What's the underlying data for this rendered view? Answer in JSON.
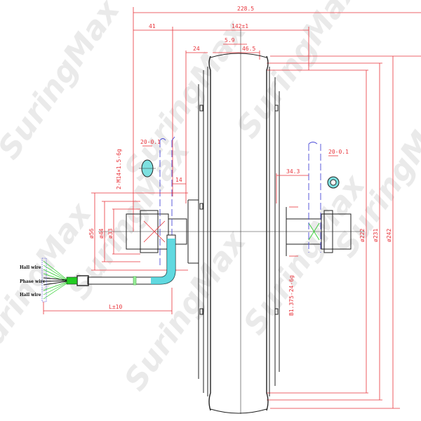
{
  "watermark": "SuringMax",
  "dimensions": {
    "overall_width": "228.5",
    "left_offset": "41",
    "hub_width": "142±1",
    "center_offset": "5.9",
    "half_width": "46.5",
    "flange_offset": "24",
    "left_shaft_step": "14",
    "right_shaft_length": "34.3",
    "flat_width_left": "20-0.1",
    "flat_width_right": "20-0.1",
    "dia_56": "ø56",
    "dia_44": "ø44",
    "dia_33": "ø33",
    "dia_222": "ø222",
    "dia_231": "ø231",
    "dia_242": "ø242",
    "cable_length": "L±10"
  },
  "threads": {
    "left": "2-M14×1.5-6g",
    "right": "B1.375-24-6g"
  },
  "wires": {
    "hall_top": "Hall wire",
    "phase": "Phase wire",
    "hall_bottom": "Hall wire"
  },
  "colors": {
    "dimension": "#e8333a",
    "outline": "#222222",
    "accent_cyan": "#3ad0d8",
    "wire_green": "#22cc22",
    "centerline_blue": "#4a4ad8"
  }
}
